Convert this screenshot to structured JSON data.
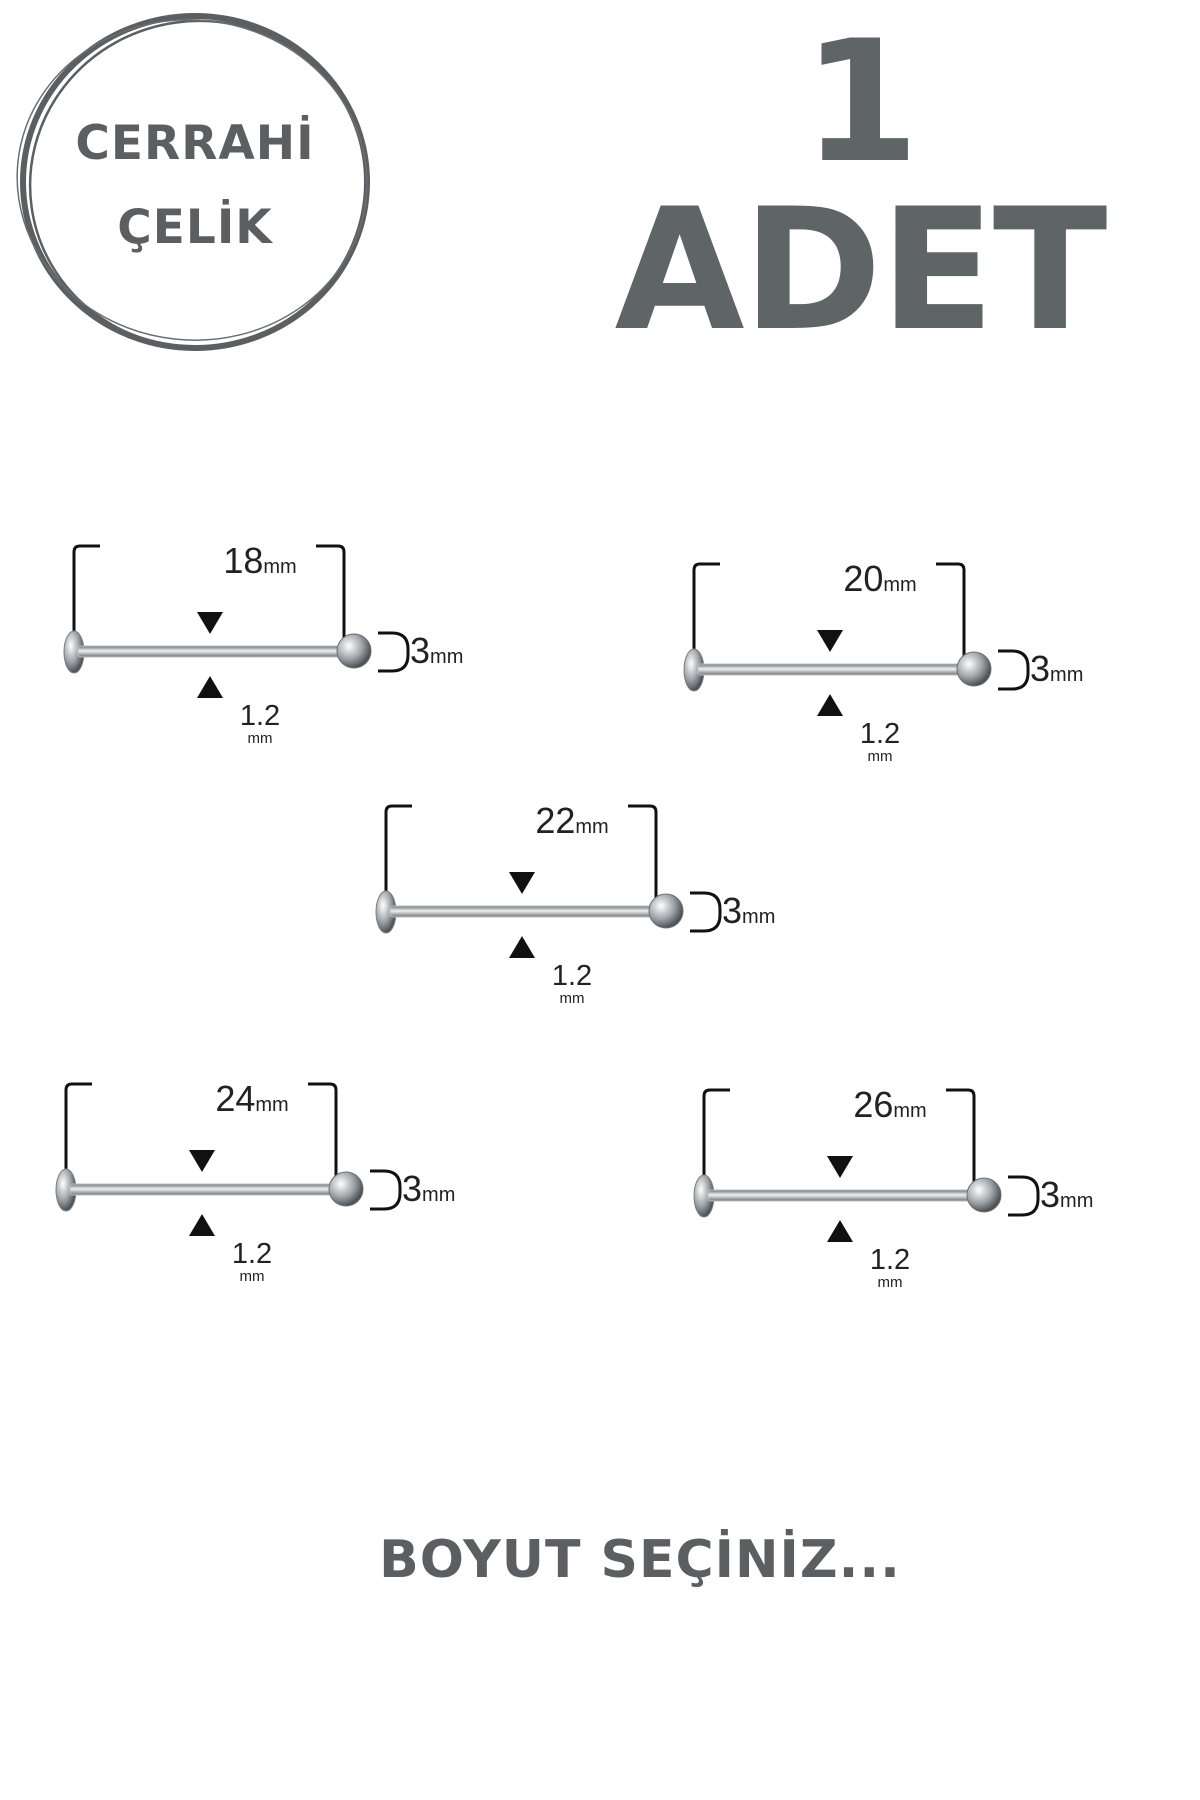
{
  "badge": {
    "line1": "CERRAHİ",
    "line2": "ÇELİK"
  },
  "title": "1 ADET",
  "specs": [
    {
      "length": "18",
      "length_unit": "mm",
      "ball": "3",
      "ball_unit": "mm",
      "gauge": "1.2",
      "gauge_unit": "mm"
    },
    {
      "length": "20",
      "length_unit": "mm",
      "ball": "3",
      "ball_unit": "mm",
      "gauge": "1.2",
      "gauge_unit": "mm"
    },
    {
      "length": "22",
      "length_unit": "mm",
      "ball": "3",
      "ball_unit": "mm",
      "gauge": "1.2",
      "gauge_unit": "mm"
    },
    {
      "length": "24",
      "length_unit": "mm",
      "ball": "3",
      "ball_unit": "mm",
      "gauge": "1.2",
      "gauge_unit": "mm"
    },
    {
      "length": "26",
      "length_unit": "mm",
      "ball": "3",
      "ball_unit": "mm",
      "gauge": "1.2",
      "gauge_unit": "mm"
    }
  ],
  "footer": "BOYUT SEÇİNİZ...",
  "colors": {
    "text_gray": "#5f6467",
    "bar_steel": "#b9bdc0"
  }
}
